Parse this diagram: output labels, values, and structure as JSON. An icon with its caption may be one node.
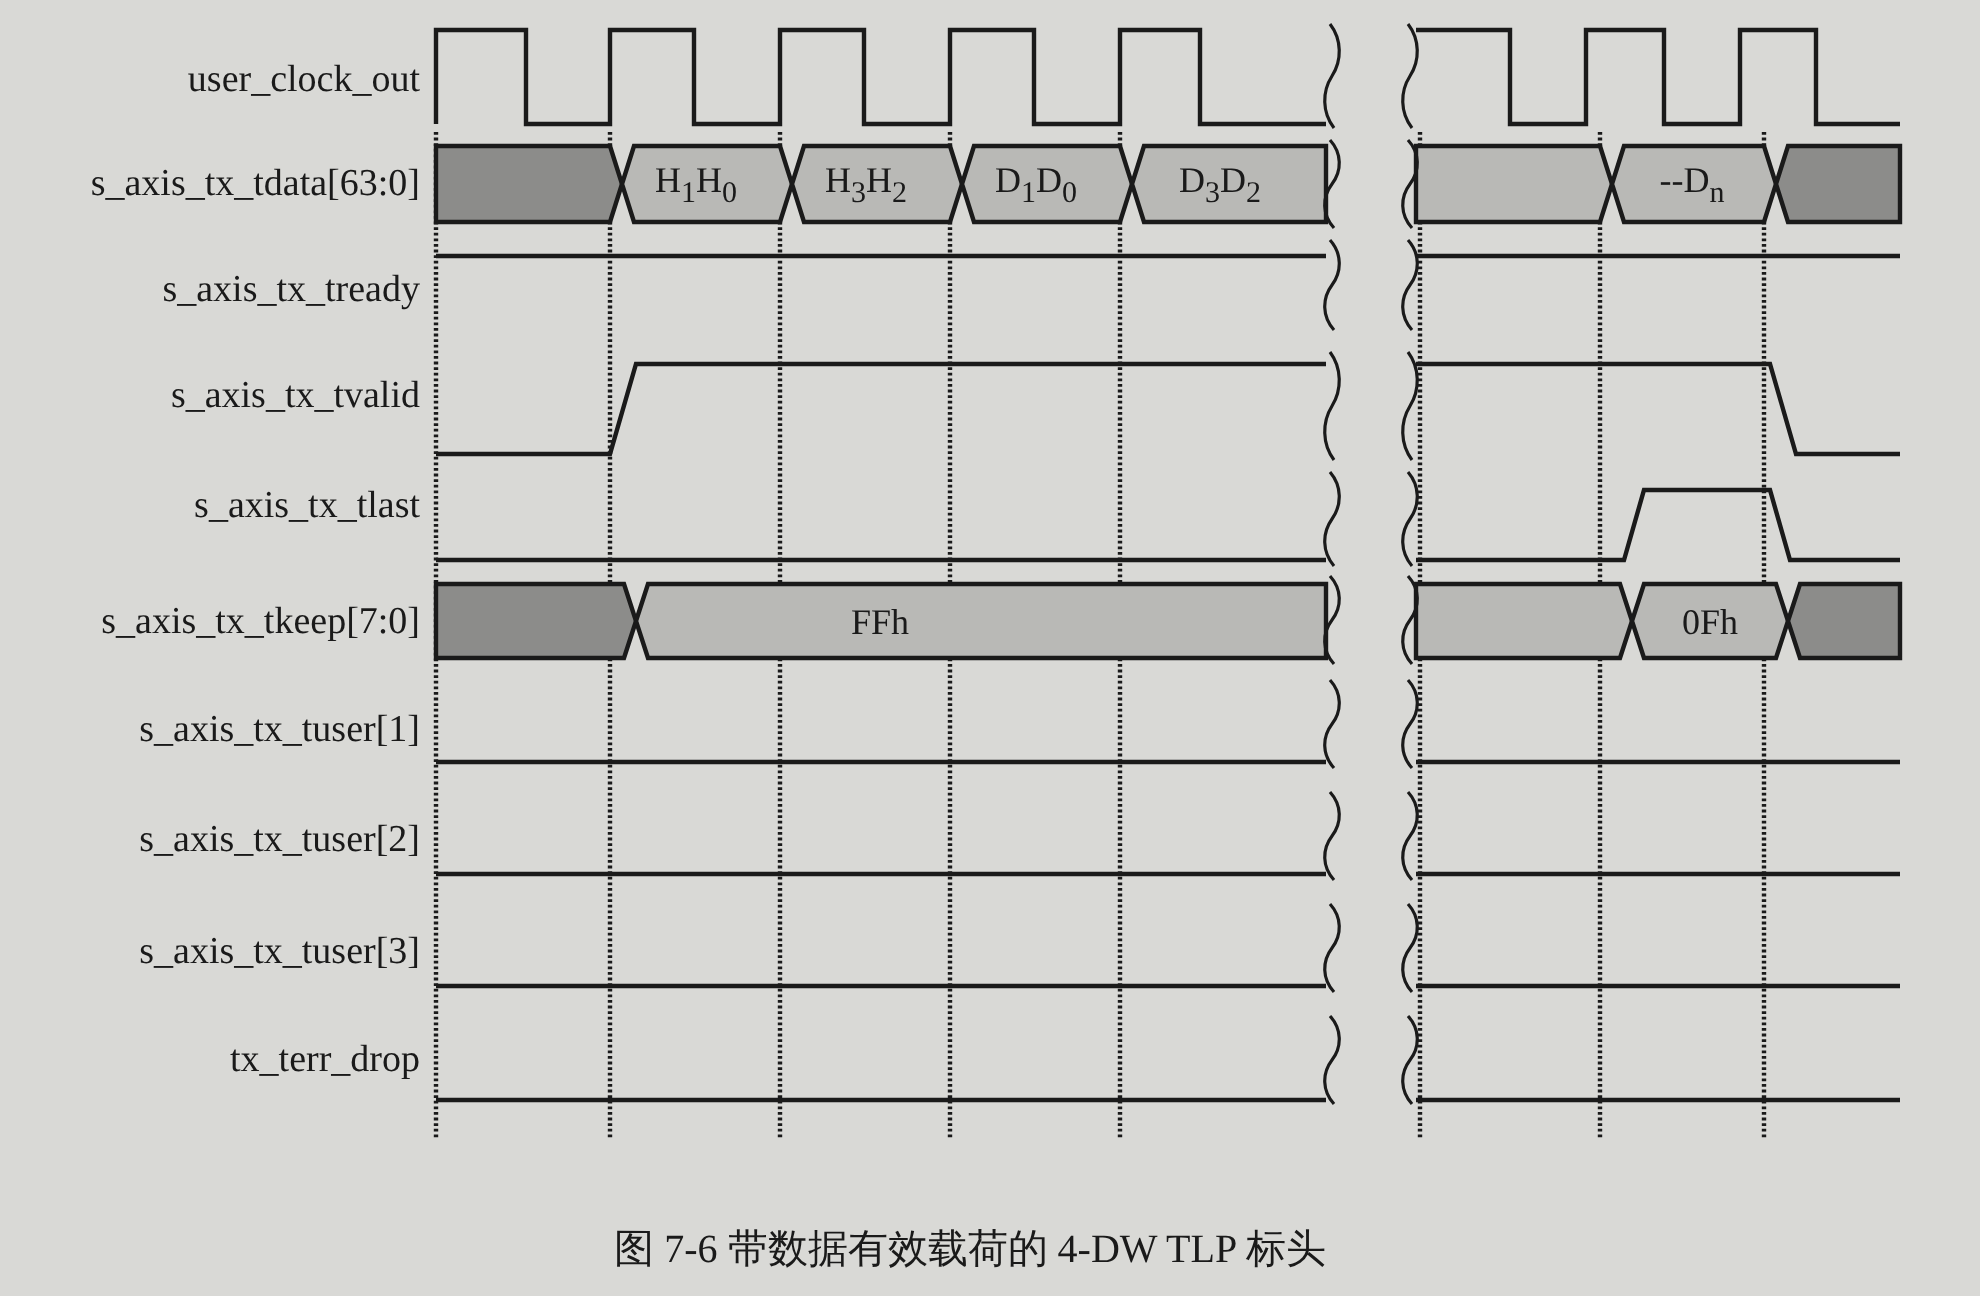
{
  "diagram": {
    "caption": "图 7-6 带数据有效载荷的 4-DW TLP 标头",
    "labels": [
      "user_clock_out",
      "s_axis_tx_tdata[63:0]",
      "H$_{1}$H$_{0}$",
      "H$_{3}$H$_{2}$",
      "D$_{1}$D$_{0}$",
      "D$_{3}$D$_{2}$",
      "--D$_{n}$",
      "s_axis_tx_tready",
      "s_axis_tx_tvalid",
      "s_axis_tx_tlast",
      "s_axis_tx_tkeep[7:0]",
      "FFh",
      "0Fh",
      "s_axis_tx_tuser[1]",
      "s_axis_tx_tuser[2]",
      "s_axis_tx_tuser[3]",
      "tx_terr_drop"
    ]
  }
}
